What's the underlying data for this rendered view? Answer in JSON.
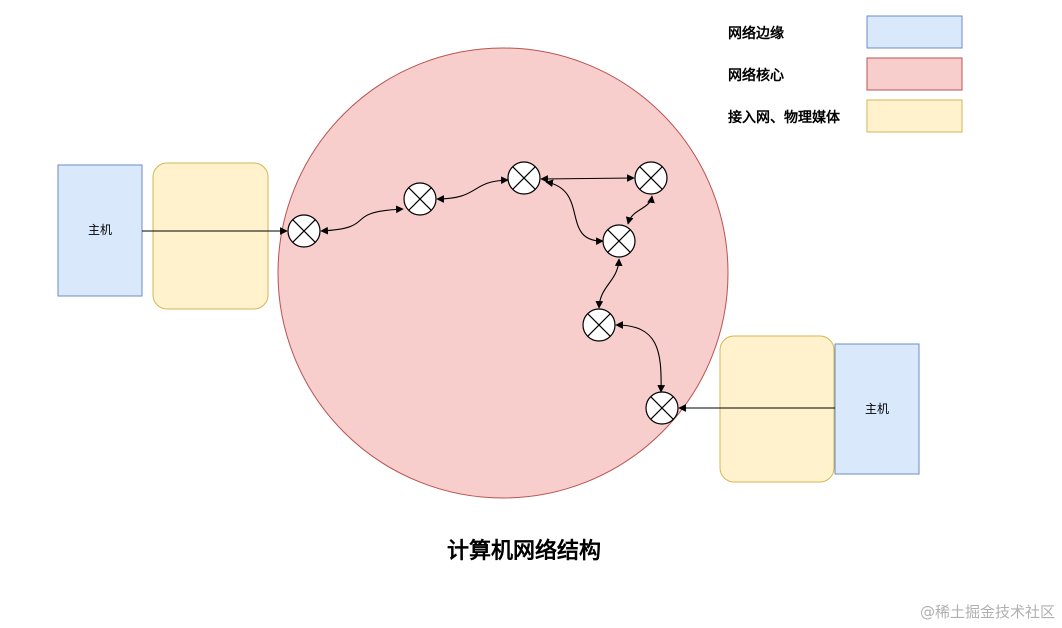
{
  "diagram": {
    "title": "计算机网络结构",
    "left_host_label": "主机",
    "right_host_label": "主机"
  },
  "legend": {
    "items": [
      {
        "label": "网络边缘",
        "fill": "#dae8fc",
        "stroke": "#6c8ebf"
      },
      {
        "label": "网络核心",
        "fill": "#f8cecc",
        "stroke": "#b85450"
      },
      {
        "label": "接入网、物理媒体",
        "fill": "#fff2cc",
        "stroke": "#d6b656"
      }
    ]
  },
  "colors": {
    "core_fill": "#f8cecc",
    "core_stroke": "#b85450",
    "edge_fill": "#dae8fc",
    "edge_stroke": "#6c8ebf",
    "access_fill": "#fff2cc",
    "access_stroke": "#d6b656",
    "router_fill": "#ffffff",
    "router_stroke": "#000000"
  },
  "router_icon": "router-cross-circle-icon",
  "watermark": "@稀土掘金技术社区"
}
